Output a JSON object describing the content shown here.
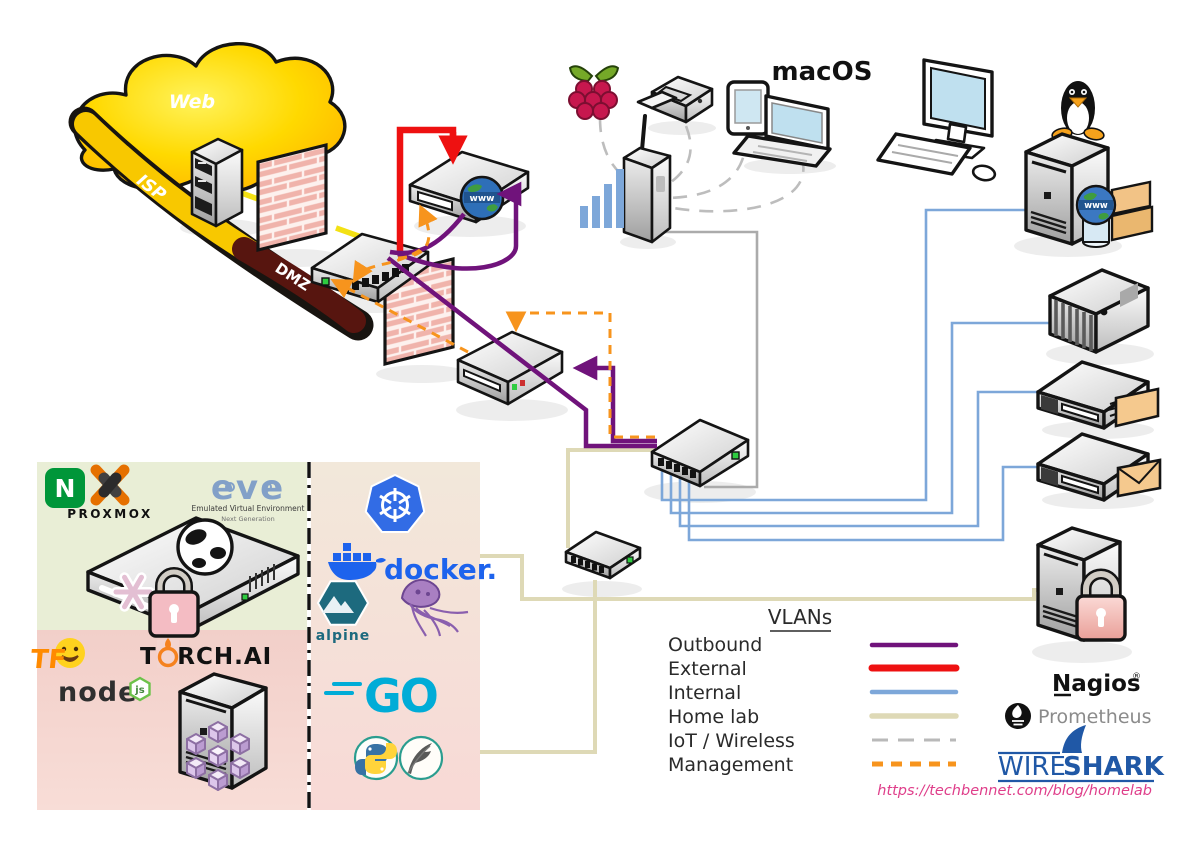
{
  "diagram": {
    "web_label": "Web",
    "isp_label": "ISP",
    "dmz_label": "DMZ",
    "macos_label": "macOS",
    "router_globe_text": "www",
    "server_globe_text": "www"
  },
  "legend": {
    "title": "VLANs",
    "items": [
      {
        "label": "Outbound",
        "color": "#70137b",
        "style": "solid"
      },
      {
        "label": "External",
        "color": "#ee1111",
        "style": "solid"
      },
      {
        "label": "Internal",
        "color": "#7da7d9",
        "style": "solid"
      },
      {
        "label": "Home lab",
        "color": "#ded9b6",
        "style": "solid"
      },
      {
        "label": "IoT / Wireless",
        "color": "#b9b9b9",
        "style": "dashed"
      },
      {
        "label": "Management",
        "color": "#f7941d",
        "style": "dashed"
      }
    ]
  },
  "software": {
    "nginx_letter": "N",
    "proxmox": "PROXMOX",
    "eve_name": "eve",
    "eve_sub1": "Emulated Virtual Environment",
    "eve_sub2": "Next Generation",
    "torch_ai": "TORCH.AI",
    "tensorflow_letters": "TF",
    "node": "node",
    "node_js": "js",
    "docker": "docker.",
    "alpine": "alpine",
    "go": "GO"
  },
  "monitoring": {
    "nagios": "Nagios",
    "nagios_reg": "®",
    "prometheus": "Prometheus",
    "wireshark_wire": "WIRE",
    "wireshark_shark": "SHARK"
  },
  "footer": {
    "url": "https://techbennet.com/blog/homelab"
  }
}
